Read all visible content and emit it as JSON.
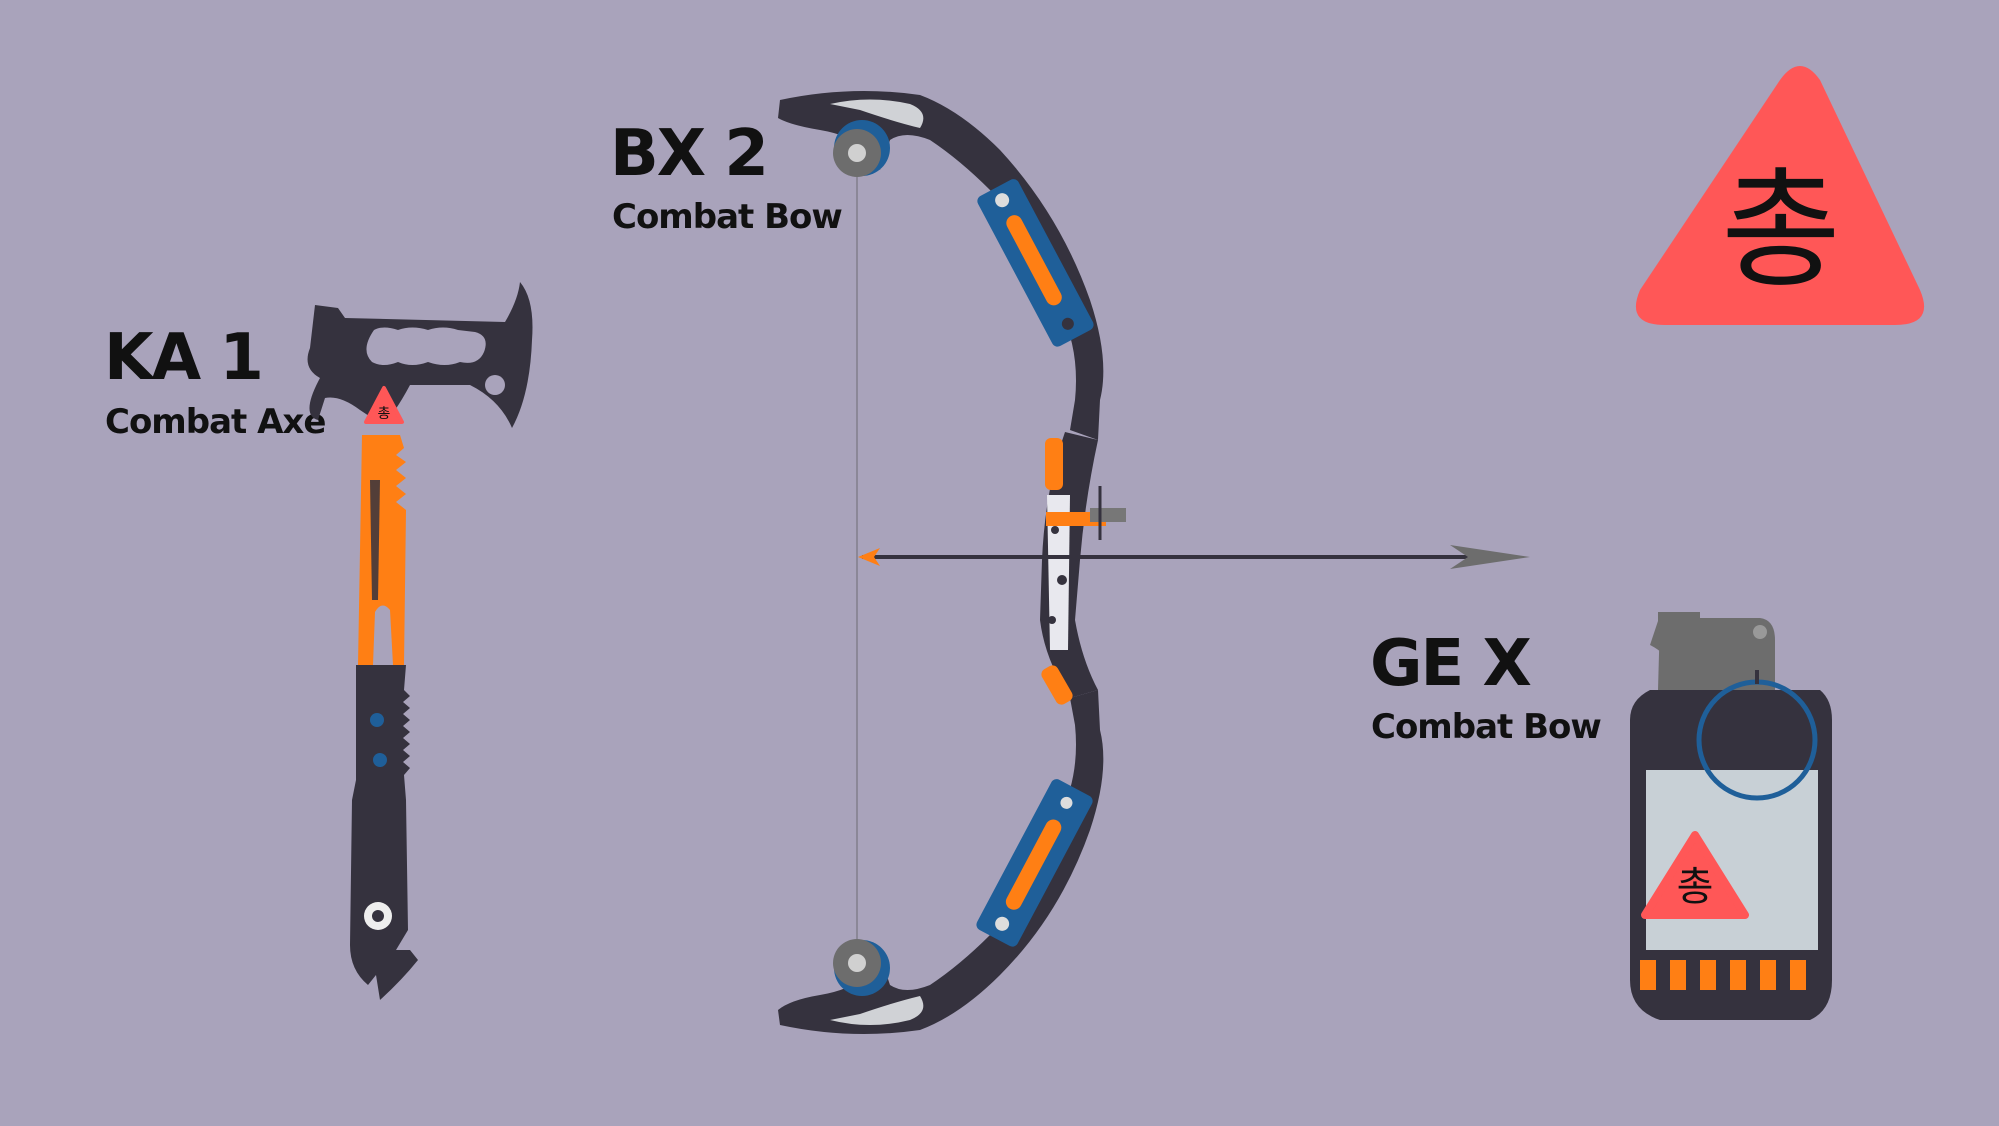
{
  "emblem_glyph": "총",
  "colors": {
    "background": "#a9a3bb",
    "dark": "#35323e",
    "orange": "#ff7f14",
    "blue": "#1f5f99",
    "warning": "#ff5757",
    "silver": "#c8d0d6"
  },
  "items": {
    "axe": {
      "name": "KA 1",
      "subtitle": "Combat Axe"
    },
    "bow": {
      "name": "BX 2",
      "subtitle": "Combat Bow"
    },
    "grenade": {
      "name": "GE X",
      "subtitle": "Combat Bow"
    }
  }
}
